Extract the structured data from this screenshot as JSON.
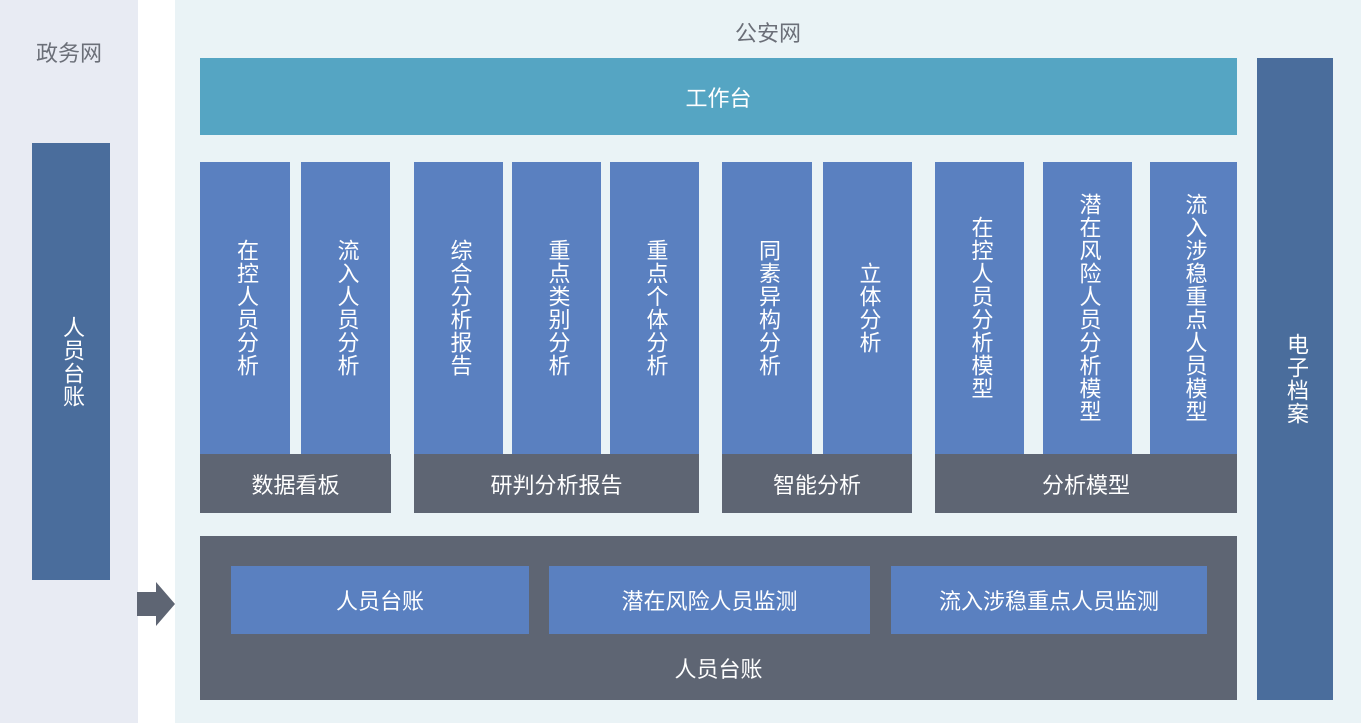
{
  "left": {
    "title": "政务网",
    "ledger": "人员台账"
  },
  "right": {
    "title": "公安网",
    "workbench": "工作台",
    "archive": "电子档案"
  },
  "columns": [
    "在控人员分析",
    "流入人员分析",
    "综合分析报告",
    "重点类别分析",
    "重点个体分析",
    "同素异构分析",
    "立体分析",
    "在控人员分析模型",
    "潜在风险人员分析模型",
    "流入涉稳重点人员模型"
  ],
  "groups": [
    "数据看板",
    "研判分析报告",
    "智能分析",
    "分析模型"
  ],
  "bottom": {
    "buttons": [
      "人员台账",
      "潜在风险人员监测",
      "流入涉稳重点人员监测"
    ],
    "label": "人员台账"
  },
  "colors": {
    "column": "#5a80c0",
    "group": "#5e6573",
    "workbench": "#55a5c3",
    "archive": "#4a6d9c"
  }
}
